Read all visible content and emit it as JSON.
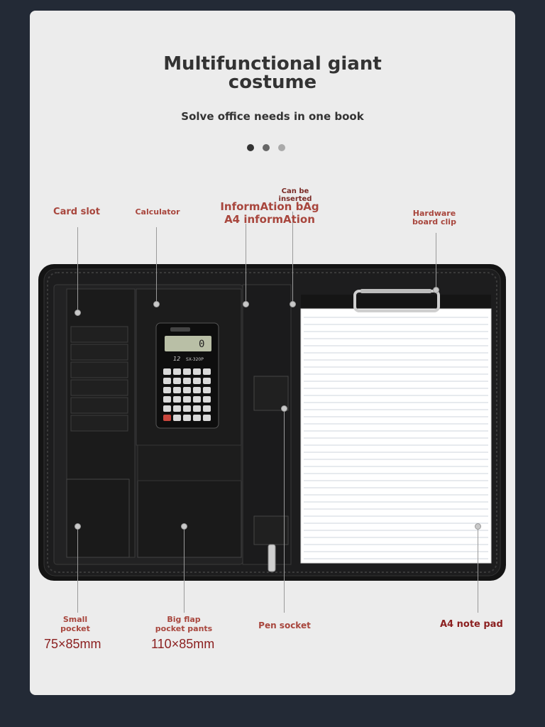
{
  "header": {
    "title_line1": "Multifunctional giant",
    "title_line2": "costume",
    "subtitle": "Solve office needs in one book"
  },
  "carousel": {
    "dot_count": 3,
    "active_index": 0
  },
  "labels": {
    "card_slot": "Card slot",
    "calculator": "Calculator",
    "can_be_inserted_1": "Can be",
    "can_be_inserted_2": "inserted",
    "info_bag": "InformAtion bAg",
    "a4_info": "A4 informAtion",
    "hardware_1": "Hardware",
    "hardware_2": "board clip",
    "small_pocket_1": "Small",
    "small_pocket_2": "pocket",
    "small_pocket_dim": "75×85mm",
    "big_flap_1": "Big flap",
    "big_flap_2": "pocket pants",
    "big_flap_dim": "110×85mm",
    "pen_socket": "Pen socket",
    "a4_note_pad": "A4 note pad"
  },
  "calculator": {
    "display_value": "0",
    "brand": "12",
    "model": "SX-320P"
  },
  "colors": {
    "background": "#232a36",
    "card": "#ececec",
    "label": "#a8463d",
    "dimension": "#8b1f1f",
    "leather": "#1b1b1c"
  }
}
